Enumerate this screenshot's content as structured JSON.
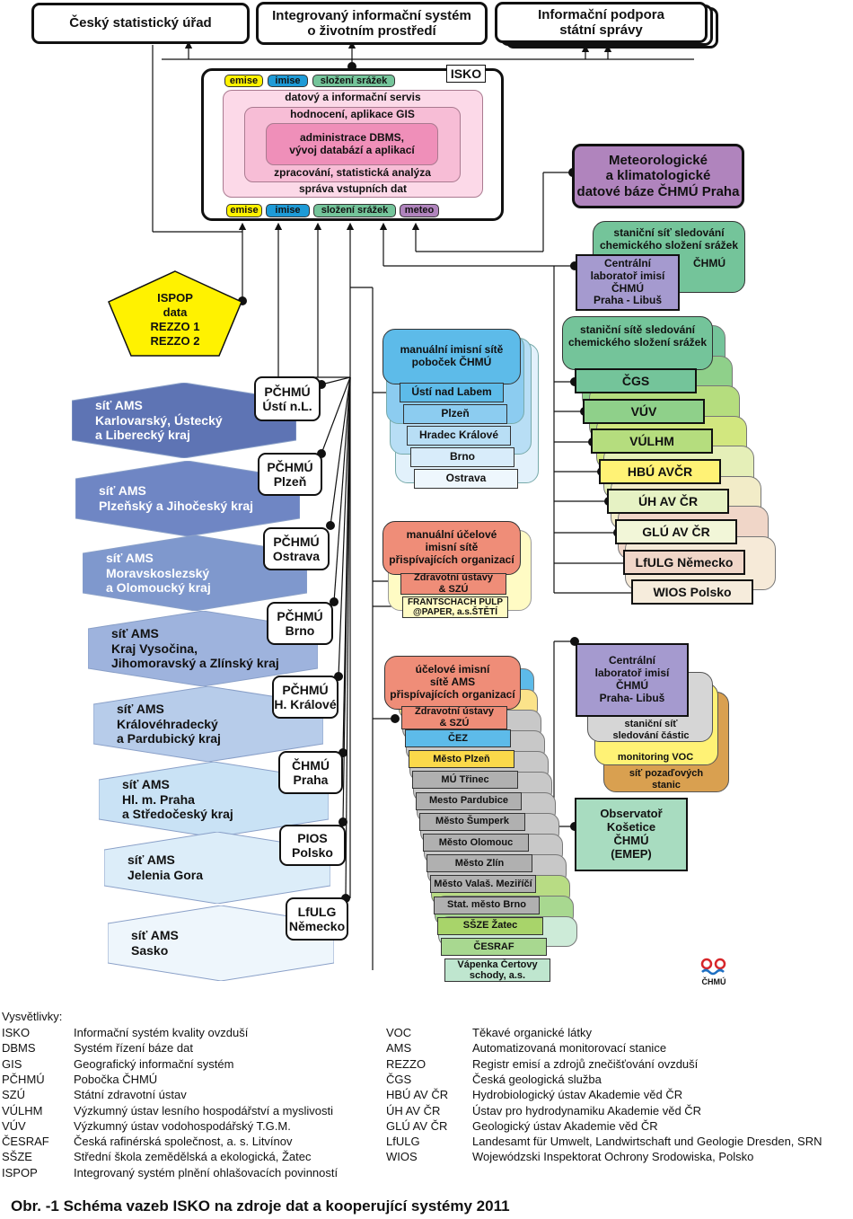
{
  "top_boxes": {
    "csu": "Český statistický úřad",
    "iszp": "Integrovaný informační systém\no životním prostředí",
    "ips": "Informační podpora\nstátní správy"
  },
  "isko": {
    "label": "ISKO",
    "top_tags": [
      "emise",
      "imise",
      "složení srážek"
    ],
    "layers": {
      "l1": "datový a informační servis",
      "l2": "hodnocení, aplikace GIS",
      "l3": "administrace DBMS,\nvývoj databází a aplikací",
      "l4": "zpracování, statistická analýza",
      "l5": "správa vstupních dat"
    },
    "bottom_tags": [
      "emise",
      "imise",
      "složení srážek",
      "meteo"
    ]
  },
  "meteo_db": "Meteorologické\na klimatologické\ndatové báze ČHMÚ Praha",
  "ispop": "ISPOP\ndata\nREZZO 1\nREZZO 2",
  "ams_networks": [
    {
      "label": "síť AMS\nKarlovarský, Ústecký\na Liberecký kraj",
      "office": "PČHMÚ\nÚstí n.L."
    },
    {
      "label": "síť AMS\nPlzeňský a Jihočeský kraj",
      "office": "PČHMÚ\nPlzeň"
    },
    {
      "label": "síť AMS\nMoravskoslezský\na Olomoucký kraj",
      "office": "PČHMÚ\nOstrava"
    },
    {
      "label": "síť AMS\nKraj Vysočina,\nJihomoravský a Zlínský kraj",
      "office": "PČHMÚ\nBrno"
    },
    {
      "label": "síť AMS\nKrálovéhradecký\na Pardubický kraj",
      "office": "PČHMÚ\nH. Králové"
    },
    {
      "label": "síť AMS\nHl. m. Praha\na Středočeský kraj",
      "office": "ČHMÚ\nPraha"
    },
    {
      "label": "síť AMS\nJelenia Gora",
      "office": "PIOS\nPolsko"
    },
    {
      "label": "síť AMS\nSasko",
      "office": "LfULG\nNěmecko"
    }
  ],
  "manual_branch": {
    "title": "manuální imisní sítě\npoboček ČHMÚ",
    "items": [
      "Ústí nad Labem",
      "Plzeň",
      "Hradec Králové",
      "Brno",
      "Ostrava"
    ]
  },
  "manual_purpose": {
    "title": "manuální účelové\nimisní sítě\npřispívajících organizací",
    "items": [
      "Zdravotní ústavy\n& SZÚ",
      "FRANTSCHACH PULP\n@PAPER, a.s.ŠTĚTÍ"
    ]
  },
  "purpose_ams": {
    "title": "účelové imisní\nsítě AMS\npřispívajících organizací",
    "items": [
      "Zdravotní ústavy\n& SZÚ",
      "ČEZ",
      "Město Plzeň",
      "MÚ Třinec",
      "Mesto Pardubice",
      "Město Šumperk",
      "Město Olomouc",
      "Město Zlín",
      "Město Valaš. Meziříčí",
      "Stat. město Brno",
      "SŠZE Žatec",
      "ČESRAF",
      "Vápenka Čertovy\nschody, a.s."
    ]
  },
  "precip_top": {
    "title": "staniční síť sledování\nchemického složení srážek",
    "tail": "ČHMÚ",
    "lab": "Centrální\nlaboratoř imisí\nČHMÚ\nPraha - Libuš"
  },
  "precip_stations": {
    "title": "staniční sítě sledování\nchemického složení srážek",
    "items": [
      "ČGS",
      "VÚV",
      "VÚLHM",
      "HBÚ AVČR",
      "ÚH AV ČR",
      "GLÚ AV ČR",
      "LfULG Německo",
      "WIOS Polsko"
    ]
  },
  "central_lab": {
    "lab": "Centrální\nlaboratoř imisí\nČHMÚ\nPraha-  Libuš",
    "items": [
      "staniční síť\nsledování částic",
      "monitoring VOC",
      "síť pozaďových\nstanic"
    ]
  },
  "kosetice": "Observatoř\nKošetice\nČHMÚ\n(EMEP)",
  "logo_text": "ČHMÚ",
  "legend": {
    "title": "Vysvětlivky:",
    "left": [
      [
        "ISKO",
        "Informační systém kvality ovzduší"
      ],
      [
        "DBMS",
        "Systém řízení báze dat"
      ],
      [
        "GIS",
        "Geografický informační systém"
      ],
      [
        "PČHMÚ",
        "Pobočka ČHMÚ"
      ],
      [
        "SZÚ",
        "Státní zdravotní ústav"
      ],
      [
        "VÚLHM",
        "Výzkumný ústav lesního hospodářství a myslivosti"
      ],
      [
        "VÚV",
        "Výzkumný ústav vodohospodářský T.G.M."
      ],
      [
        "ČESRAF",
        "Česká rafinérská společnost, a. s. Litvínov"
      ],
      [
        "SŠZE",
        "Střední škola zemědělská a ekologická, Žatec"
      ],
      [
        "ISPOP",
        "Integrovaný systém plnění ohlašovacích povinností"
      ]
    ],
    "right": [
      [
        "VOC",
        "Těkavé organické látky"
      ],
      [
        "AMS",
        "Automatizovaná monitorovací stanice"
      ],
      [
        "REZZO",
        "Registr emisí a zdrojů znečišťování ovzduší"
      ],
      [
        "ČGS",
        "Česká geologická služba"
      ],
      [
        "HBÚ AV ČR",
        "Hydrobiologický ústav Akademie věd ČR"
      ],
      [
        "ÚH AV ČR",
        "Ústav pro hydrodynamiku Akademie věd ČR"
      ],
      [
        "GLÚ AV ČR",
        "Geologický ústav Akademie věd ČR"
      ],
      [
        "LfULG",
        "Landesamt für Umwelt, Landwirtschaft und Geologie Dresden, SRN"
      ],
      [
        "WIOS",
        "Wojewódzski Inspektorat Ochrony Srodowiska, Polsko"
      ]
    ]
  },
  "caption": "Obr. -1  Schéma vazeb ISKO na zdroje dat a kooperující systémy 2011",
  "colors": {
    "ams_dark": "#5e74b4",
    "ams_mid": "#7f98cd",
    "ams_light": "#c9e2f5",
    "ams_pale": "#edf5fc",
    "cyan": "#5dbbe9",
    "salmon": "#ef8d78",
    "green": "#74c49a",
    "purple": "#b084bd",
    "lab": "#a59acf",
    "yellow": "#fff200",
    "pink_outer": "#f9d0e0",
    "pink_inner": "#ef8fb9"
  }
}
